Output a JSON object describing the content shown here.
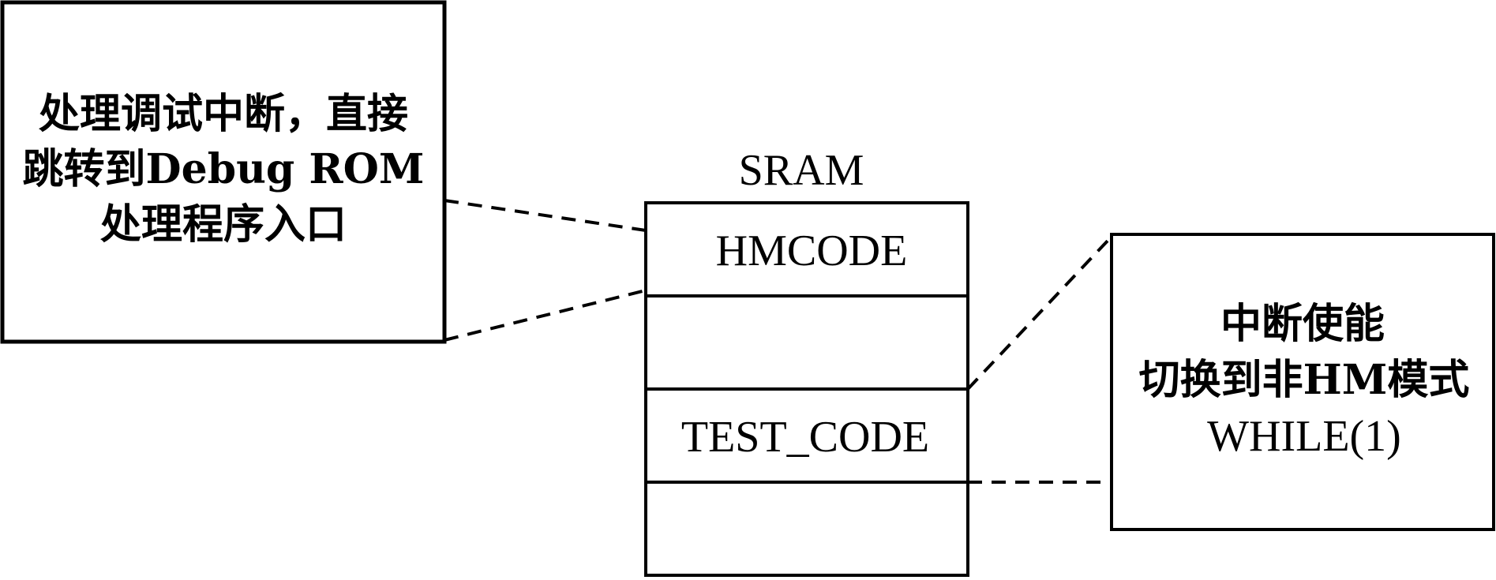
{
  "left_note": {
    "lines": [
      "处理调试中断，直接",
      "跳转到Debug ROM",
      "处理程序入口"
    ]
  },
  "memory": {
    "title": "SRAM",
    "cells": [
      "HMCODE",
      "",
      "TEST_CODE",
      ""
    ]
  },
  "right_note": {
    "lines": [
      "中断使能",
      "切换到非HM模式",
      "WHILE(1)"
    ]
  },
  "colors": {
    "stroke": "#000000",
    "background": "#ffffff"
  }
}
